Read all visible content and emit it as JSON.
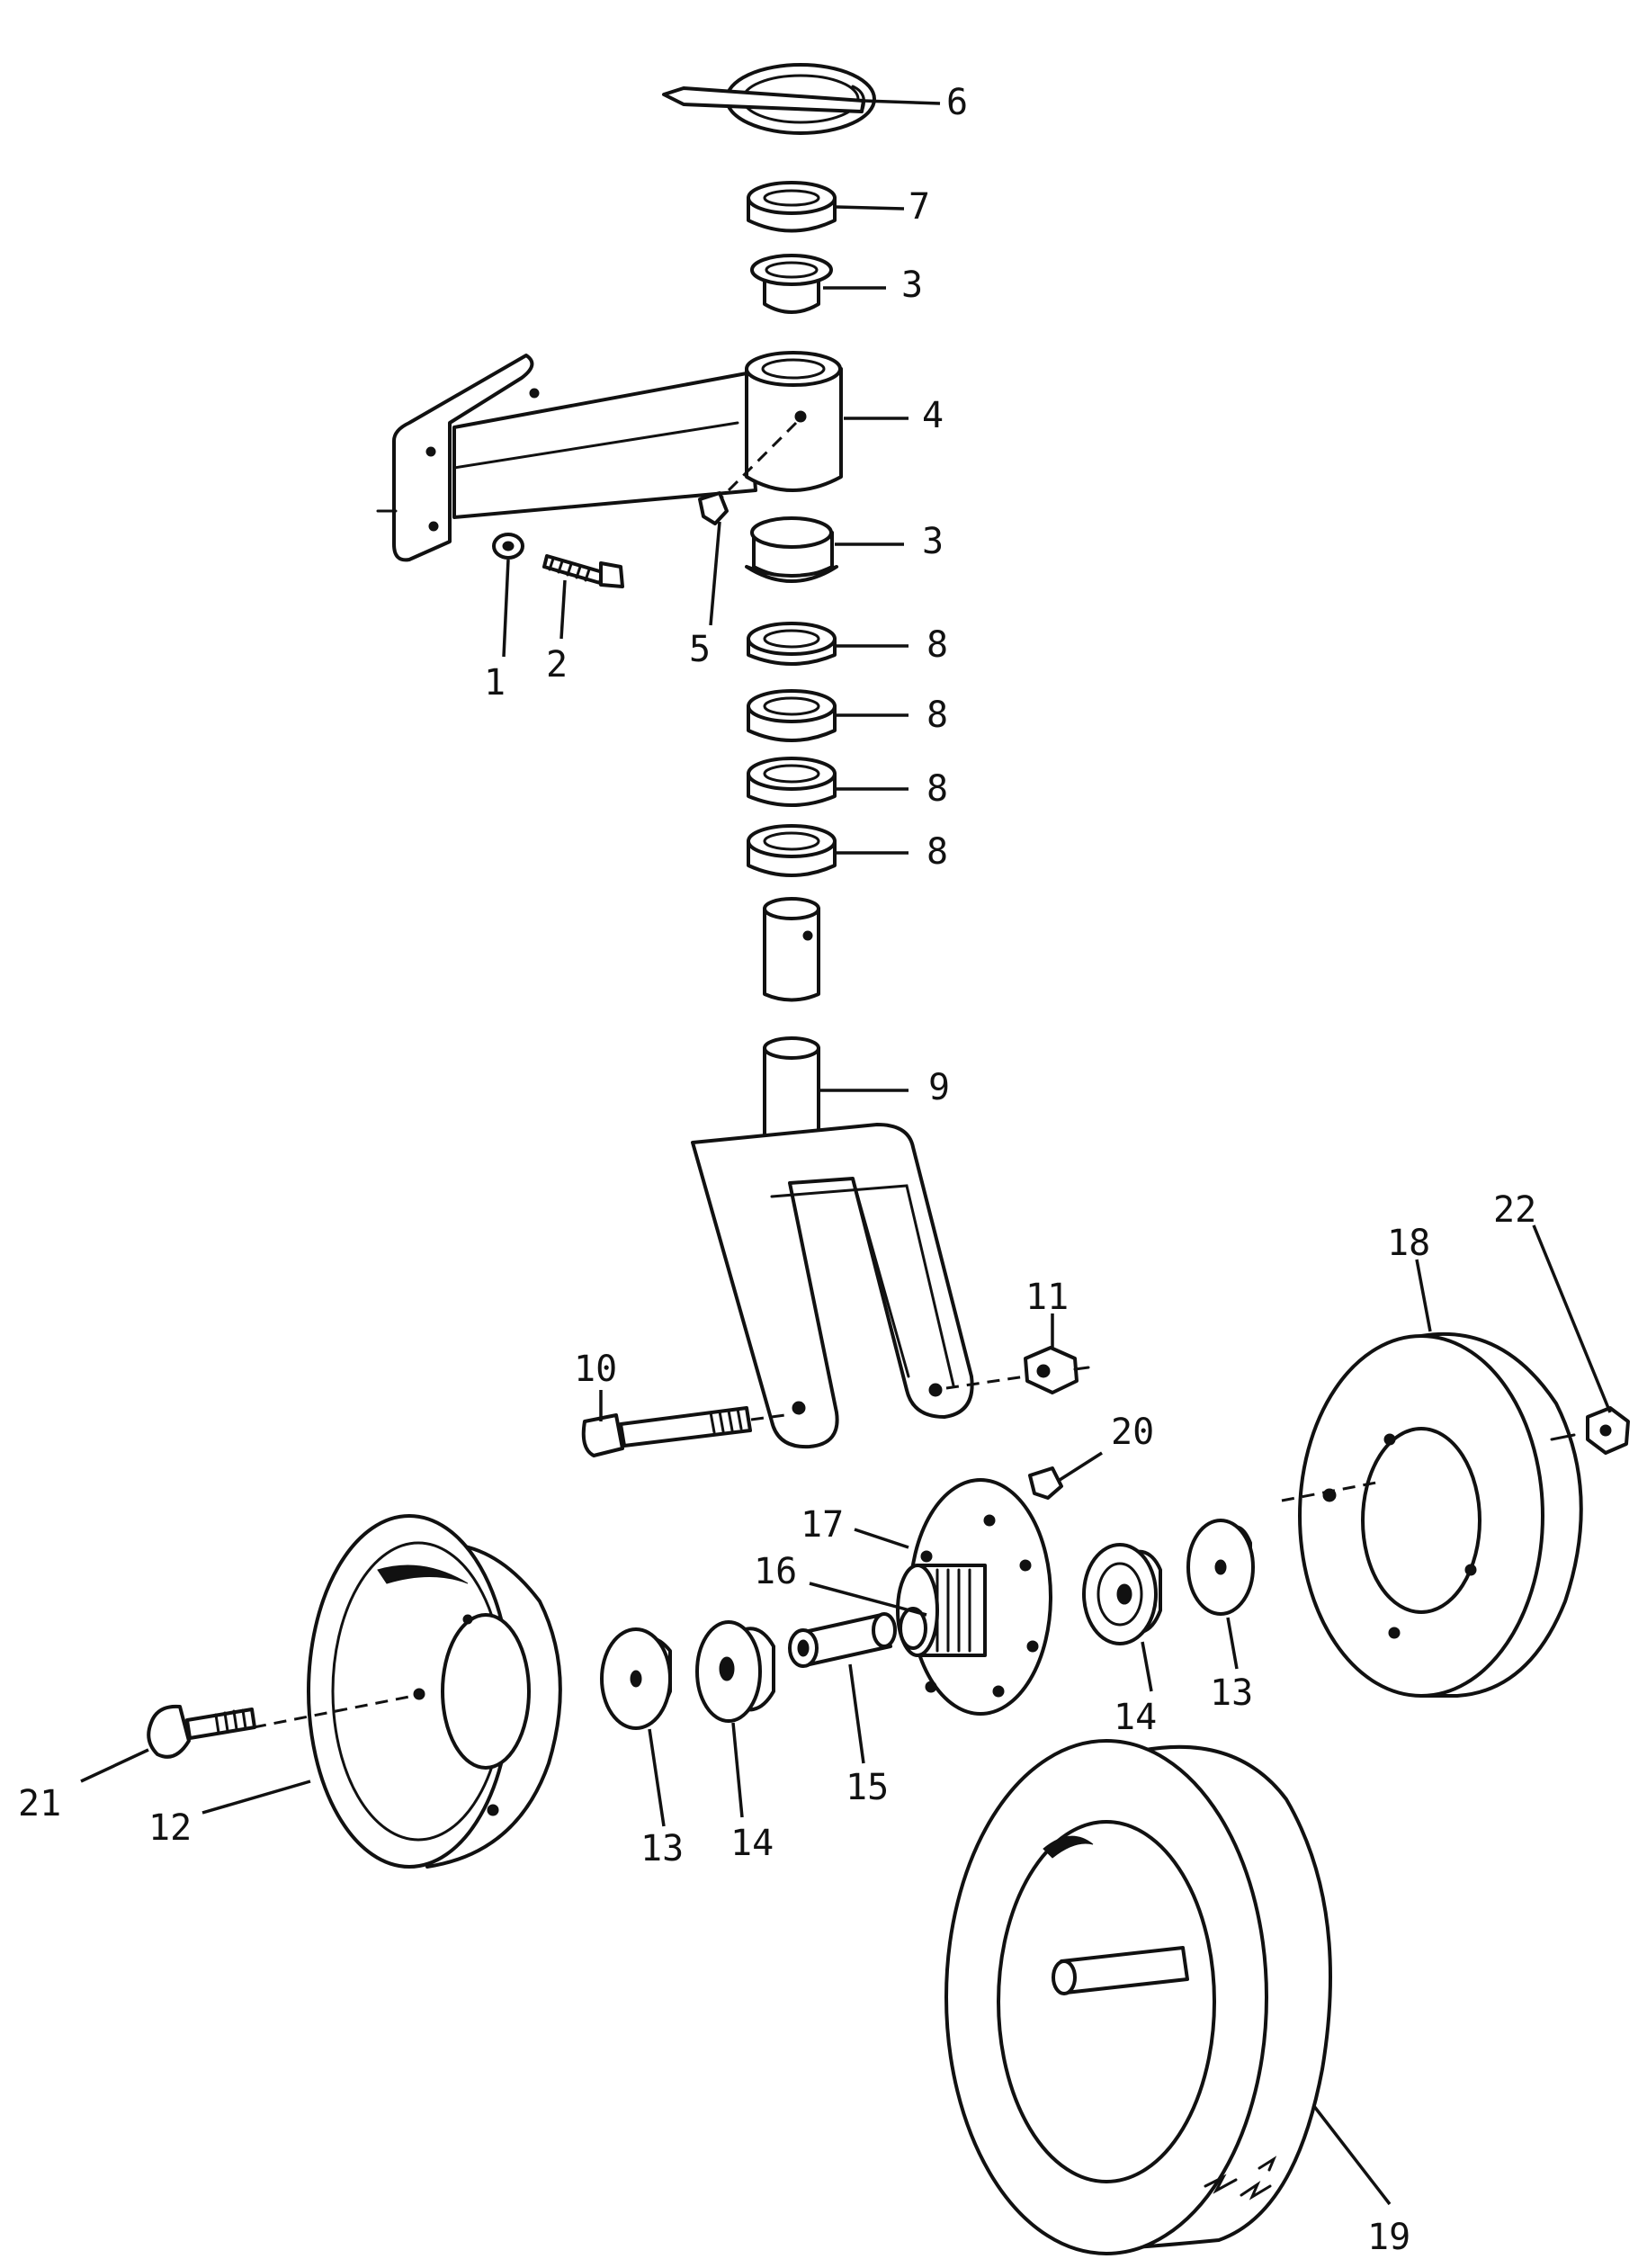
{
  "callouts": [
    {
      "id": "c1",
      "label": "1"
    },
    {
      "id": "c2",
      "label": "2"
    },
    {
      "id": "c3a",
      "label": "3"
    },
    {
      "id": "c3b",
      "label": "3"
    },
    {
      "id": "c4",
      "label": "4"
    },
    {
      "id": "c5",
      "label": "5"
    },
    {
      "id": "c6",
      "label": "6"
    },
    {
      "id": "c7",
      "label": "7"
    },
    {
      "id": "c8a",
      "label": "8"
    },
    {
      "id": "c8b",
      "label": "8"
    },
    {
      "id": "c8c",
      "label": "8"
    },
    {
      "id": "c8d",
      "label": "8"
    },
    {
      "id": "c9",
      "label": "9"
    },
    {
      "id": "c10",
      "label": "10"
    },
    {
      "id": "c11",
      "label": "11"
    },
    {
      "id": "c12",
      "label": "12"
    },
    {
      "id": "c13a",
      "label": "13"
    },
    {
      "id": "c13b",
      "label": "13"
    },
    {
      "id": "c14a",
      "label": "14"
    },
    {
      "id": "c14b",
      "label": "14"
    },
    {
      "id": "c15",
      "label": "15"
    },
    {
      "id": "c16",
      "label": "16"
    },
    {
      "id": "c17",
      "label": "17"
    },
    {
      "id": "c18",
      "label": "18"
    },
    {
      "id": "c19",
      "label": "19"
    },
    {
      "id": "c20",
      "label": "20"
    },
    {
      "id": "c21",
      "label": "21"
    },
    {
      "id": "c22",
      "label": "22"
    }
  ]
}
